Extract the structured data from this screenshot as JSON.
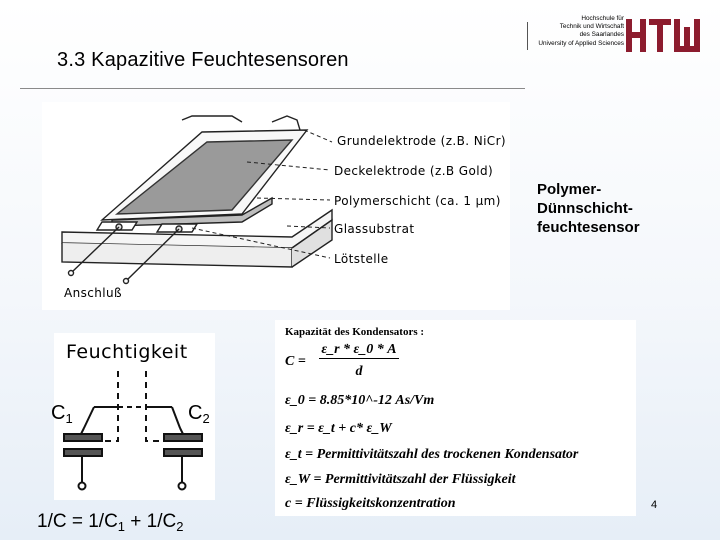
{
  "title": "3.3  Kapazitive Feuchtesensoren",
  "logo": {
    "lines": [
      "Hochschule für",
      "Technik und Wirtschaft",
      "des Saarlandes",
      "University of Applied Sciences"
    ],
    "mark": "HTW"
  },
  "sensor_figure": {
    "labels": {
      "grundelektrode": "Grundelektrode (z.B. NiCr)",
      "deckelektrode": "Deckelektrode (z.B Gold)",
      "polymerschicht": "Polymerschicht  (ca. 1 µm)",
      "glassubstrat": "Glassubstrat",
      "loetstelle": "Lötstelle",
      "anschluss": "Anschluß"
    }
  },
  "side_label": [
    "Polymer-",
    "Dünnschicht-",
    "feuchtesensor"
  ],
  "humidity_figure": {
    "title": "Feuchtigkeit",
    "c1": "C",
    "c1_sub": "1",
    "c2": "C",
    "c2_sub": "2"
  },
  "formula_box": {
    "heading": "Kapazität des Kondensators :",
    "c_lhs": "C =",
    "c_numerator": "ε_r * ε_0 * A",
    "c_denominator": "d",
    "eps0": "ε_0 = 8.85*10^-12 As/Vm",
    "eps_r": "ε_r = ε_t + c* ε_W",
    "eps_t": "ε_t = Permittivitätszahl des trockenen Kondensator",
    "eps_w": "ε_W = Permittivitätszahl der Flüssigkeit",
    "c_def": "c = Flüssigkeitskonzentration"
  },
  "series_formula": {
    "lhs": "1/C = 1/C",
    "sub1": "1",
    "mid": " + 1/C",
    "sub2": "2"
  },
  "page_number": "4"
}
